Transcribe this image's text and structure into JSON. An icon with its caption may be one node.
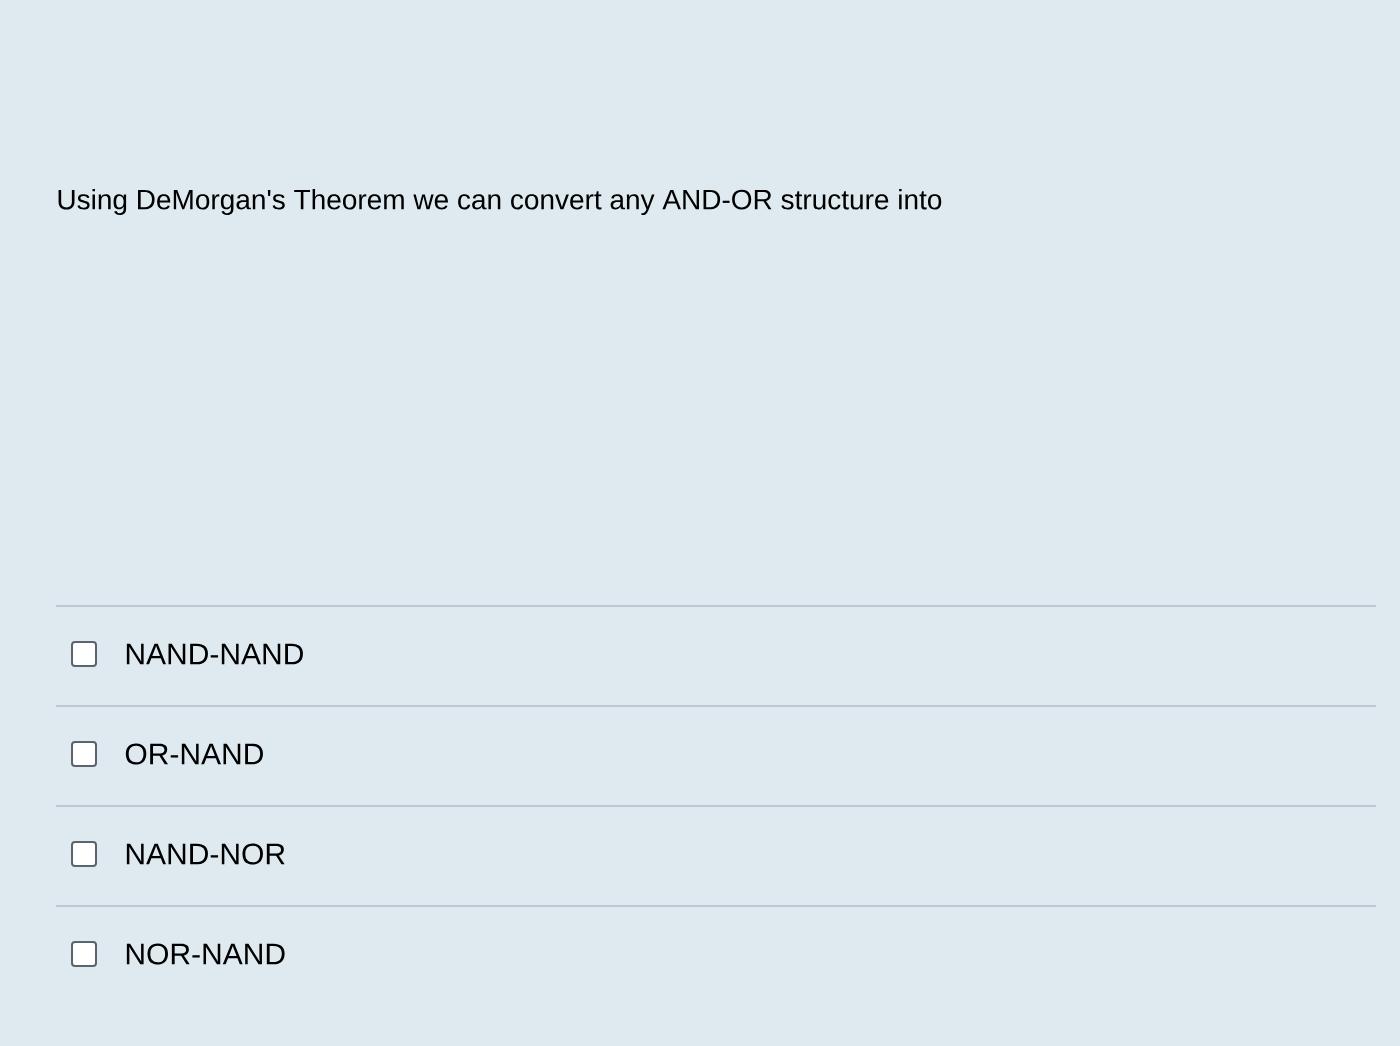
{
  "diagram": {
    "title": "Using DeMorgan's Theorem we can convert any AND-OR structure into",
    "labels": [
      "NAND-NAND",
      "OR-NAND",
      "NAND-NOR",
      "NOR-NAND"
    ]
  }
}
